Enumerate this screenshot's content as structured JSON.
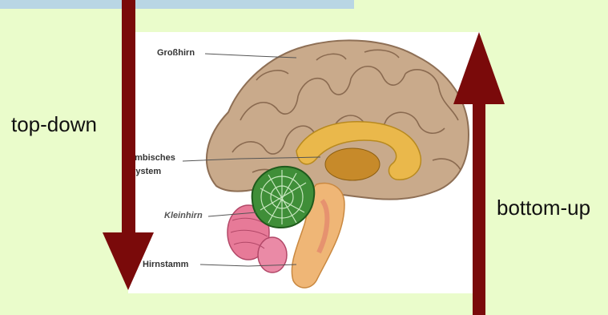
{
  "labels": {
    "left_arrow": "top-down",
    "right_arrow": "bottom-up"
  },
  "brain_labels": {
    "cerebrum": "Großhirn",
    "limbic_line1": "limbisches",
    "limbic_line2": "System",
    "cerebellum": "Kleinhirn",
    "brainstem": "Hirnstamm"
  },
  "colors": {
    "background": "#eafccb",
    "arrow": "#7a0a0a",
    "cerebrum": "#c8a98a",
    "limbic": "#e8b84a",
    "cerebellum": "#3e8a36",
    "brainstem": "#e9a66c",
    "pons": "#e8789a"
  }
}
